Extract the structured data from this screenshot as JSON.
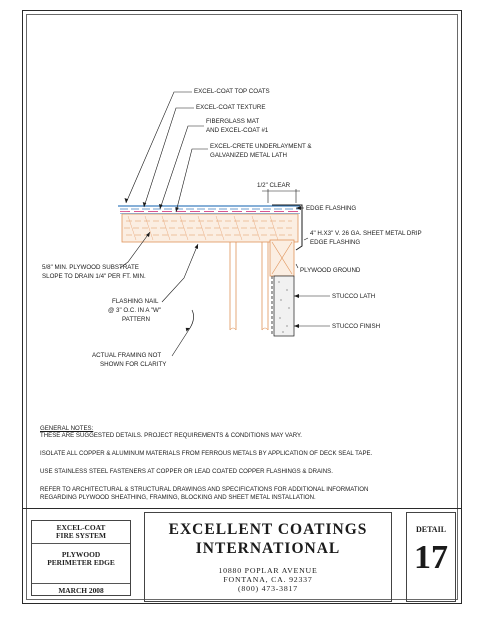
{
  "diagram": {
    "callouts": {
      "top_coats": "EXCEL-COAT TOP COATS",
      "texture": "EXCEL-COAT TEXTURE",
      "fiberglass_mat": "FIBERGLASS MAT",
      "excel_coat_1": "AND EXCEL-COAT #1",
      "underlayment": "EXCEL-CRETE UNDERLAYMENT &",
      "galvanized_lath": "GALVANIZED METAL LATH",
      "clear": "1/2\" CLEAR",
      "edge_flashing": "EDGE FLASHING",
      "drip_edge_1": "4\" h.x3\" v. 26 GA. SHEET METAL DRIP",
      "drip_edge_2": "EDGE FLASHING",
      "plywood_ground": "PLYWOOD GROUND",
      "stucco_lath": "STUCCO LATH",
      "stucco_finish": "STUCCO FINISH",
      "substrate_1": "5/8\" MIN. PLYWOOD SUBSTRATE",
      "substrate_2": "SLOPE TO DRAIN 1/4\" PER FT. MIN.",
      "nail_1": "FLASHING NAIL",
      "nail_2": "@ 3\" O.C. IN A \"W\"",
      "nail_3": "PATTERN",
      "framing_1": "ACTUAL FRAMING NOT",
      "framing_2": "SHOWN FOR CLARITY"
    },
    "colors": {
      "wood": "#e0945a",
      "coating": "#3d7fbf",
      "texture": "#d9558f",
      "line": "#1b1b1b"
    }
  },
  "notes": {
    "heading": "GENERAL NOTES:",
    "items": [
      "THESE ARE SUGGESTED DETAILS. PROJECT REQUIREMENTS & CONDITIONS MAY VARY.",
      "ISOLATE ALL COPPER & ALUMINUM MATERIALS FROM FERROUS METALS BY APPLICATION OF DECK SEAL TAPE.",
      "USE STAINLESS STEEL FASTENERS AT COPPER OR LEAD COATED COPPER FLASHINGS & DRAINS.",
      "REFER TO ARCHITECTURAL & STRUCTURAL DRAWINGS AND SPECIFICATIONS FOR ADDITIONAL INFORMATION\nREGARDING PLYWOOD SHEATHING, FRAMING, BLOCKING AND SHEET METAL INSTALLATION."
    ]
  },
  "title_block": {
    "system": "EXCEL-COAT\nFIRE SYSTEM",
    "detail_name": "PLYWOOD\nPERIMETER EDGE",
    "date": "MARCH  2008",
    "company": "EXCELLENT COATINGS\nINTERNATIONAL",
    "address_line1": "10880 POPLAR AVENUE",
    "address_line2": "FONTANA, CA. 92337",
    "phone": "(800) 473-3817",
    "detail_label": "DETAIL",
    "detail_number": "17"
  }
}
